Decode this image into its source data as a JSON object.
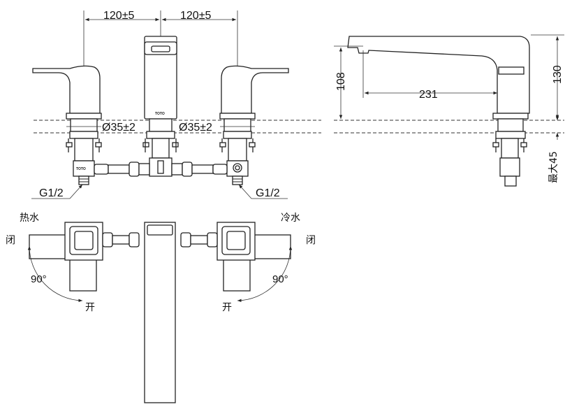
{
  "front_view": {
    "dim_left": "120±5",
    "dim_right": "120±5",
    "dia_left": "Ø35±2",
    "dia_right": "Ø35±2",
    "thread_left": "G1/2",
    "thread_right": "G1/2",
    "brand_spout": "TOTO",
    "brand_body": "TOTO"
  },
  "side_view": {
    "dim_height_spout": "108",
    "dim_reach": "231",
    "dim_height_total": "130",
    "dim_max_thickness": "最大45"
  },
  "top_view": {
    "hot_label": "热水",
    "cold_label": "冷水",
    "closed_left": "闭",
    "closed_right": "闭",
    "angle_left": "90°",
    "angle_right": "90°",
    "open_left": "开",
    "open_right": "开"
  }
}
